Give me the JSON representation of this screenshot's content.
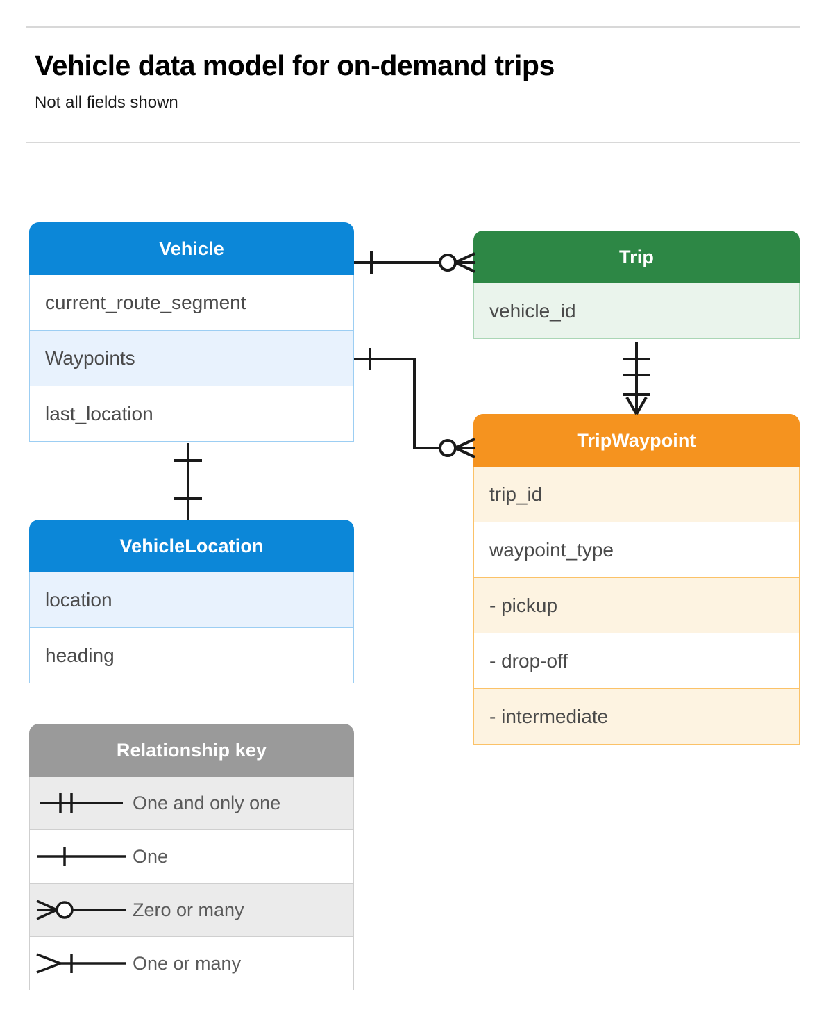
{
  "header": {
    "title": "Vehicle data model for on-demand trips",
    "subtitle": "Not all fields shown"
  },
  "entities": {
    "vehicle": {
      "name": "Vehicle",
      "color": "#0c87d8",
      "fields": [
        {
          "label": "current_route_segment",
          "shaded": false
        },
        {
          "label": "Waypoints",
          "shaded": true
        },
        {
          "label": "last_location",
          "shaded": false
        }
      ]
    },
    "trip": {
      "name": "Trip",
      "color": "#2d8745",
      "fields": [
        {
          "label": "vehicle_id",
          "shaded": true
        }
      ]
    },
    "tripwaypoint": {
      "name": "TripWaypoint",
      "color": "#f5931f",
      "fields": [
        {
          "label": "trip_id",
          "shaded": true
        },
        {
          "label": "waypoint_type",
          "shaded": false
        },
        {
          "label": "  -  pickup",
          "shaded": true
        },
        {
          "label": "  -  drop-off",
          "shaded": false
        },
        {
          "label": "  -  intermediate",
          "shaded": true
        }
      ]
    },
    "vehiclelocation": {
      "name": "VehicleLocation",
      "color": "#0c87d8",
      "fields": [
        {
          "label": "location",
          "shaded": true
        },
        {
          "label": "heading",
          "shaded": false
        }
      ]
    }
  },
  "legend": {
    "title": "Relationship key",
    "color": "#9a9a9a",
    "rows": [
      {
        "symbol": "one-and-only-one",
        "label": "One and only one",
        "shaded": true
      },
      {
        "symbol": "one",
        "label": "One",
        "shaded": false
      },
      {
        "symbol": "zero-or-many",
        "label": "Zero or many",
        "shaded": true
      },
      {
        "symbol": "one-or-many",
        "label": "One or many",
        "shaded": false
      }
    ]
  },
  "relationships": [
    {
      "id": "vehicle-trip",
      "from": "Vehicle",
      "to": "Trip",
      "from_cardinality": "One",
      "to_cardinality": "Zero or many"
    },
    {
      "id": "vehicle-waypoints-tripwaypoint",
      "from": "Vehicle.Waypoints",
      "to": "TripWaypoint",
      "from_cardinality": "One",
      "to_cardinality": "Zero or many"
    },
    {
      "id": "trip-tripwaypoint",
      "from": "Trip",
      "to": "TripWaypoint",
      "from_cardinality": "One and only one",
      "to_cardinality": "One or many"
    },
    {
      "id": "vehicle-vehiclelocation",
      "from": "Vehicle",
      "to": "VehicleLocation",
      "from_cardinality": "One",
      "to_cardinality": "One"
    }
  ]
}
